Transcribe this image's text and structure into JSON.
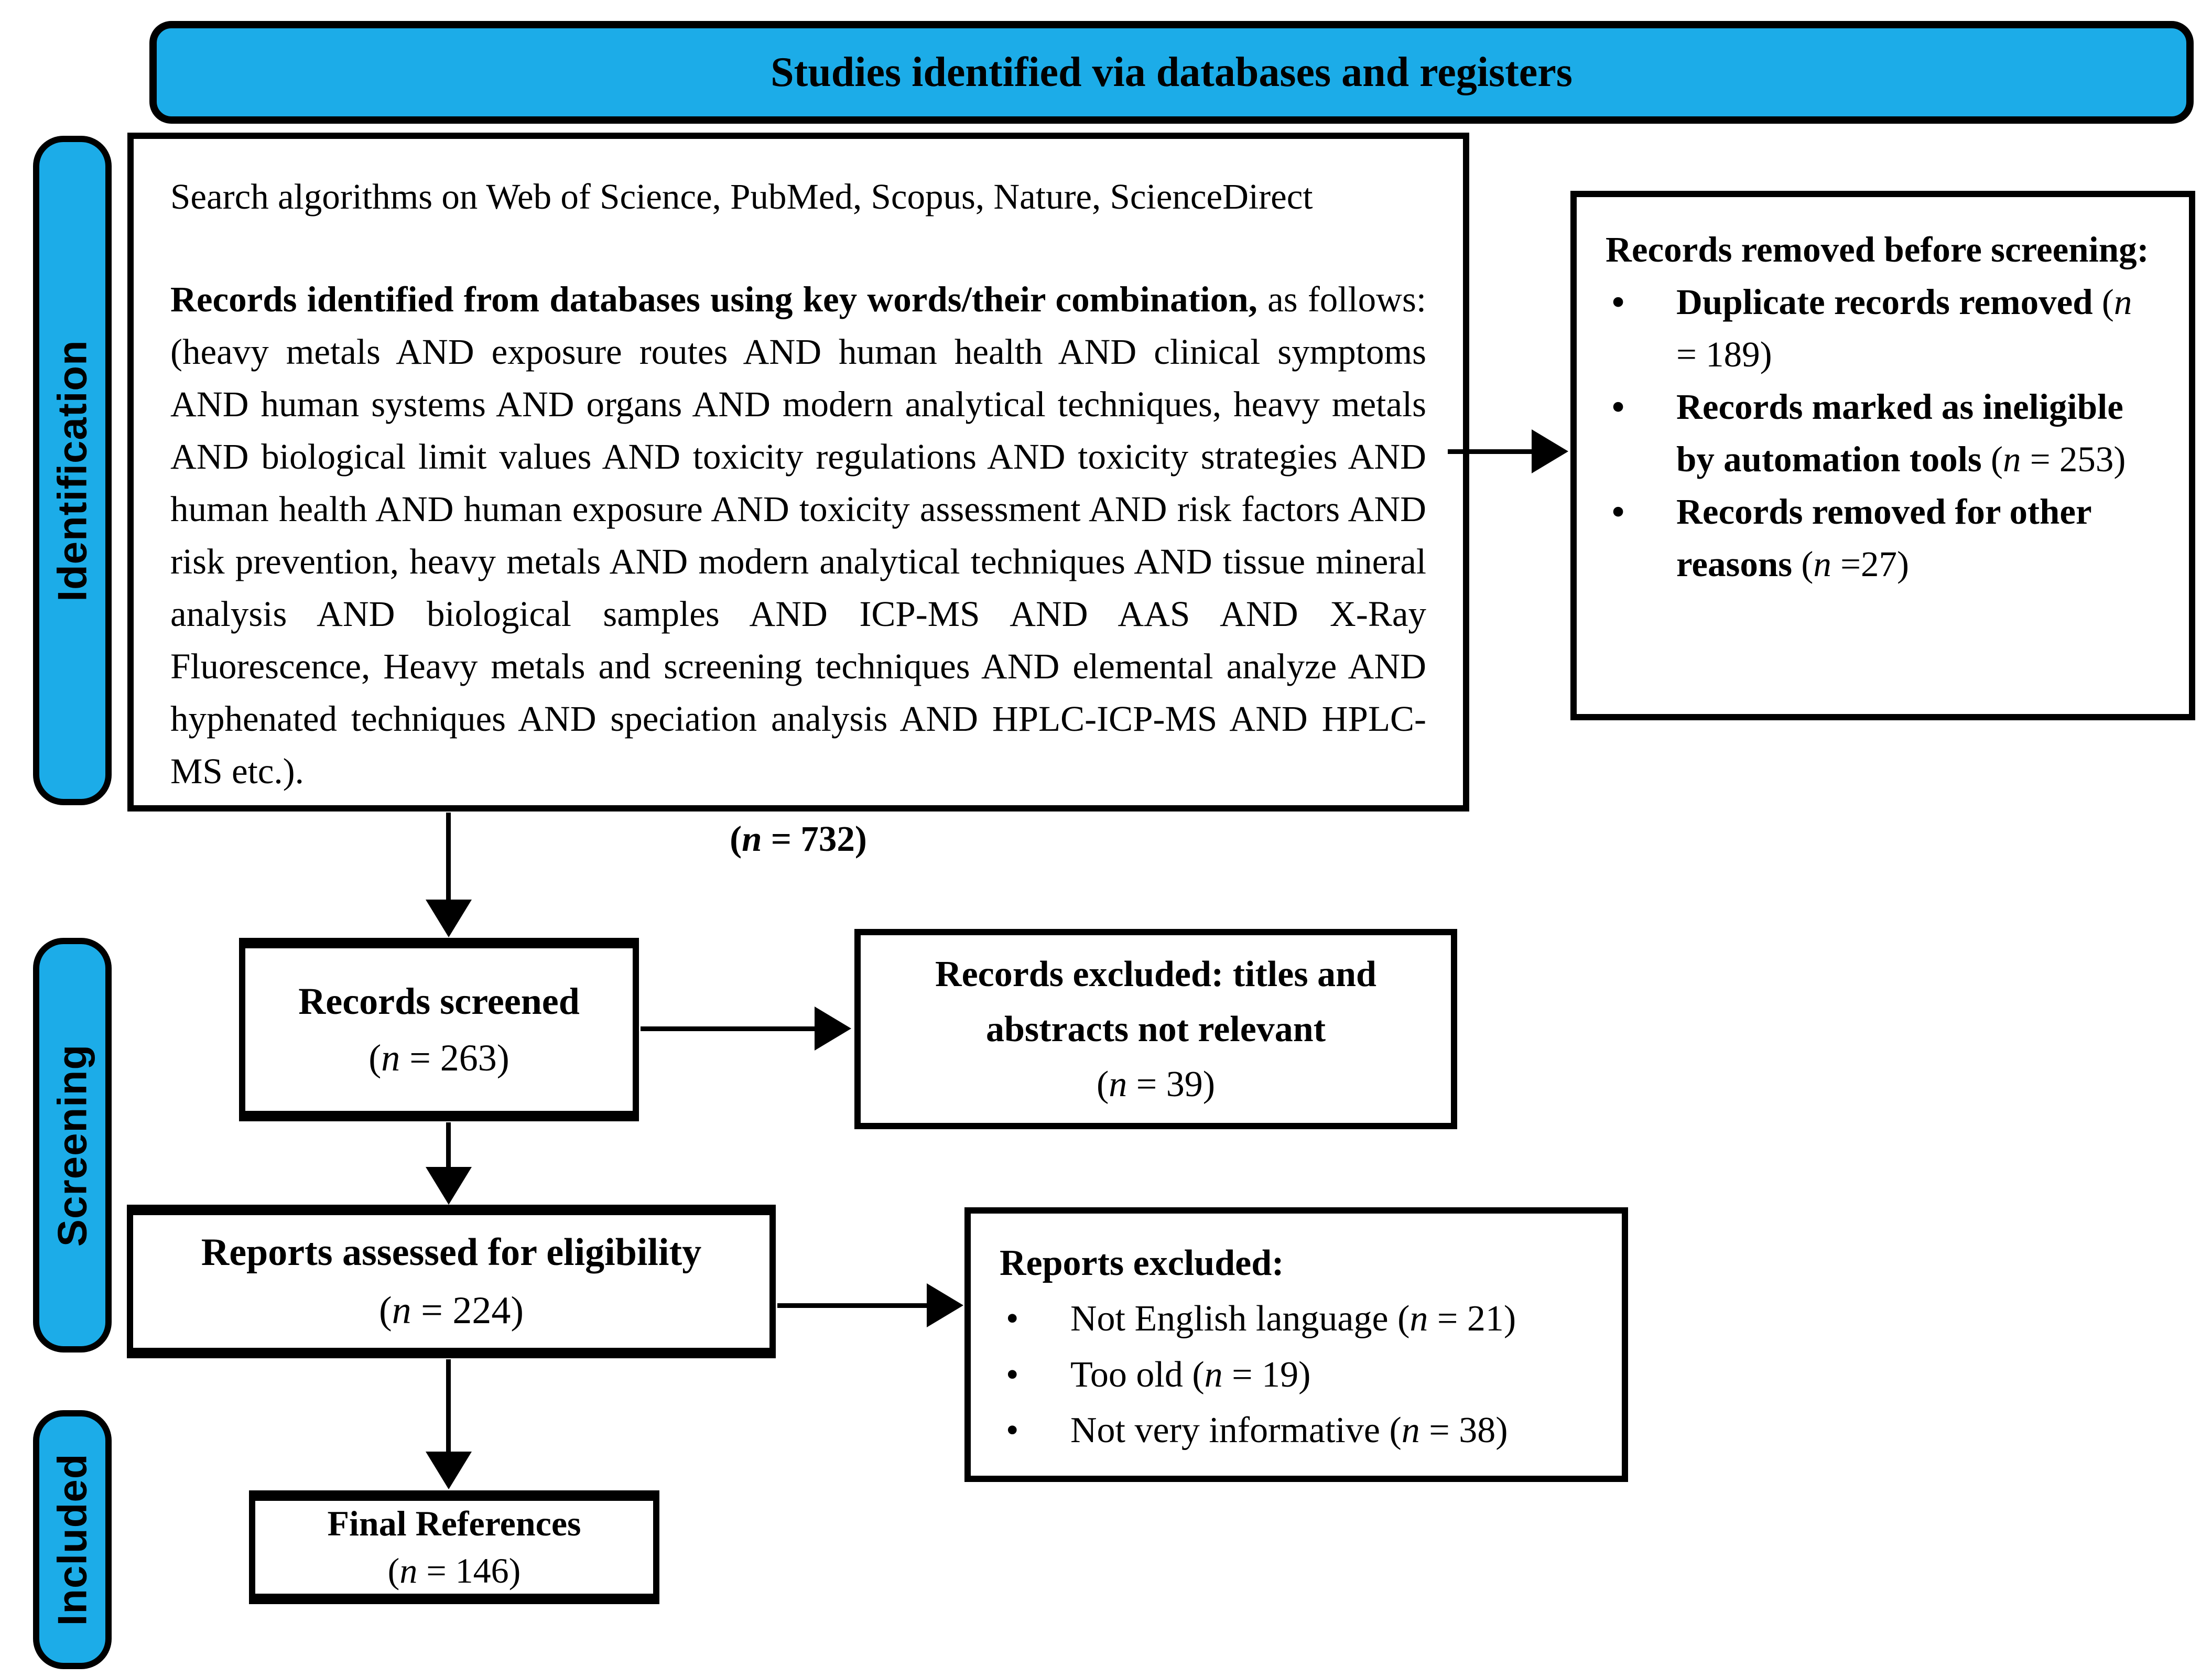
{
  "colors": {
    "accent_blue": "#1CACE8",
    "line_black": "#000000"
  },
  "glyphs": {
    "dot": "•"
  },
  "banner": {
    "title": "Studies identified via databases and registers"
  },
  "stages": {
    "identification": "Identification",
    "screening": "Screening",
    "included": "Included"
  },
  "search_box": {
    "line1": "Search algorithms on Web of Science, PubMed, Scopus, Nature, ScienceDirect",
    "bold_lead": "Records identified from databases using key words/their combination,",
    "body": " as follows: (heavy metals AND exposure routes AND human health AND clinical symptoms AND human systems AND organs AND modern analytical techniques, heavy metals AND biological limit values AND toxicity regulations AND toxicity strategies AND human health AND human exposure AND toxicity assessment AND risk factors AND risk prevention, heavy metals AND modern analytical techniques AND tissue mineral analysis AND biological samples AND ICP-MS AND AAS AND X-Ray Fluorescence, Heavy metals and screening techniques AND elemental analyze AND hyphenated techniques AND speciation analysis AND HPLC-ICP-MS AND HPLC-MS etc.).",
    "n": {
      "pre": "(",
      "var": "n",
      "post": " = 732)"
    }
  },
  "removed_box": {
    "title": "Records removed before screening:",
    "items": [
      {
        "text": "Duplicate records removed ",
        "n": {
          "pre": "(",
          "var": "n",
          "post": " = 189)"
        }
      },
      {
        "text": "Records marked as ineligible by automation tools ",
        "n": {
          "pre": "(",
          "var": "n",
          "post": " = 253)"
        }
      },
      {
        "text": "Records removed for other reasons ",
        "n": {
          "pre": "(",
          "var": "n",
          "post": " =27)"
        }
      }
    ]
  },
  "screened_box": {
    "label": "Records screened",
    "n": {
      "pre": "(",
      "var": "n",
      "post": " = 263)"
    }
  },
  "excluded_titles_box": {
    "line1": "Records excluded: titles and",
    "line2": "abstracts not relevant",
    "n": {
      "pre": "(",
      "var": "n",
      "post": " = 39)"
    }
  },
  "assessed_box": {
    "label": "Reports assessed for eligibility",
    "n": {
      "pre": "(",
      "var": "n",
      "post": " = 224)"
    }
  },
  "reports_excluded_box": {
    "title": "Reports excluded:",
    "items": [
      {
        "text": "Not English language ",
        "n": {
          "pre": "(",
          "var": "n",
          "post": " = 21)"
        }
      },
      {
        "text": "Too old ",
        "n": {
          "pre": "(",
          "var": "n",
          "post": " = 19)"
        }
      },
      {
        "text": "Not very informative ",
        "n": {
          "pre": "(",
          "var": "n",
          "post": " = 38)"
        }
      }
    ]
  },
  "final_box": {
    "label": "Final References",
    "n": {
      "pre": "(",
      "var": "n",
      "post": " = 146)"
    }
  }
}
